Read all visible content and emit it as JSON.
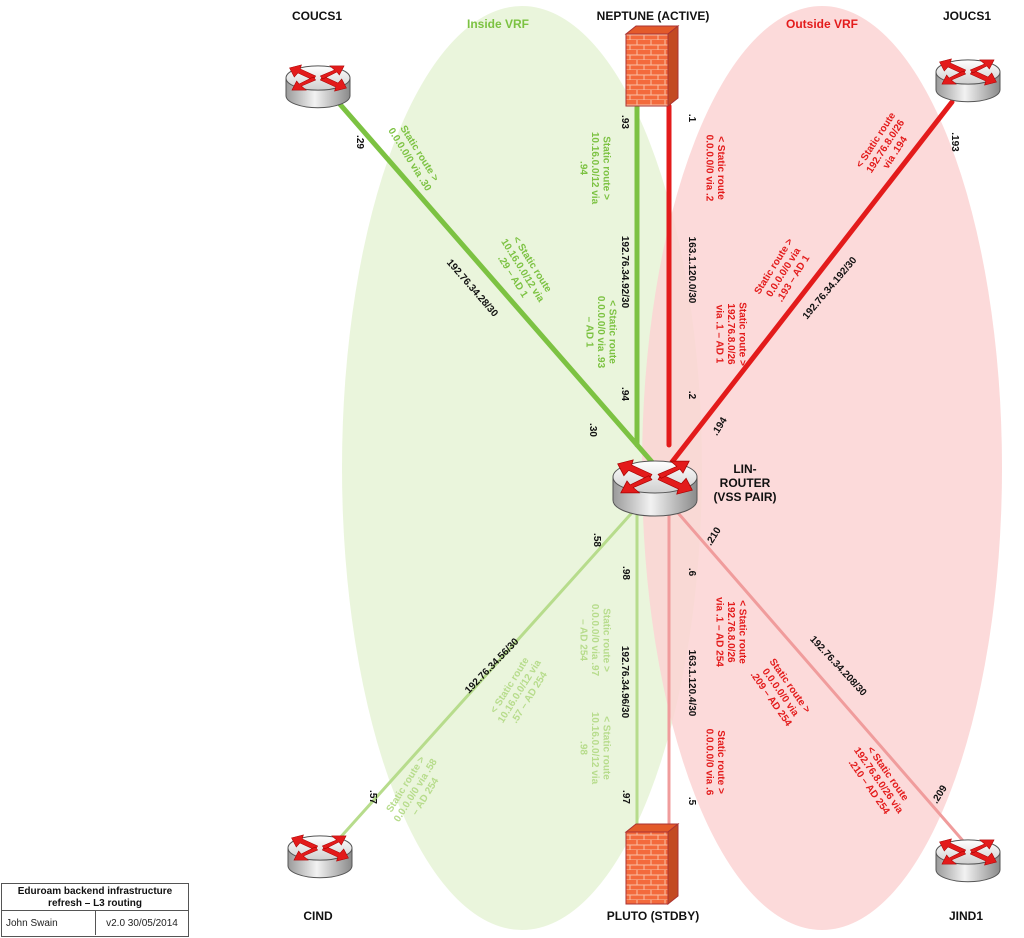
{
  "colors": {
    "inside": "#7cc242",
    "inside_light": "#b7dc8c",
    "outside": "#e31b1b",
    "outside_light": "#f09c9c",
    "inside_fill": "#e6f3d6",
    "outside_fill": "#fbd4d4",
    "label": "#111111"
  },
  "zones": {
    "inside": "Inside VRF",
    "outside": "Outside VRF"
  },
  "devices": {
    "coucs1": "COUCS1",
    "joucs1": "JOUCS1",
    "cind": "CIND",
    "jind1": "JIND1",
    "neptune": "NEPTUNE (ACTIVE)",
    "pluto": "PLUTO (STDBY)",
    "lin_router": [
      "LIN-",
      "ROUTER",
      "(VSS PAIR)"
    ]
  },
  "interfaces": {
    "coucs1_if": ".29",
    "lin_coucs1_if": ".30",
    "neptune_in_if": ".93",
    "lin_neptune_in_if": ".94",
    "neptune_out_if": ".1",
    "lin_neptune_out_if": ".2",
    "joucs1_if": ".193",
    "lin_joucs1_if": ".194",
    "cind_if": ".57",
    "lin_cind_if": ".58",
    "pluto_in_if": ".97",
    "lin_pluto_in_if": ".98",
    "pluto_out_if": ".5",
    "lin_pluto_out_if": ".6",
    "jind1_if": ".209",
    "lin_jind1_if": ".210"
  },
  "subnets": {
    "coucs1_lin": "192.76.34.28/30",
    "neptune_in": "192.76.34.92/30",
    "neptune_out": "163.1.120.0/30",
    "joucs1_lin": "192.76.34.192/30",
    "cind_lin": "192.76.34.56/30",
    "pluto_in": "192.76.34.96/30",
    "pluto_out": "163.1.120.4/30",
    "jind1_lin": "192.76.34.208/30"
  },
  "routes": {
    "coucs1_default": [
      "Static route >",
      "0.0.0.0/0 via .30"
    ],
    "lin_to_coucs1": [
      "< Static route",
      "10.16.0.0/12 via",
      ".29 – AD 1"
    ],
    "neptune_to_inside": [
      "Static route >",
      "10.16.0.0/12 via",
      ".94"
    ],
    "lin_to_neptune_in": [
      "< Static route",
      "0.0.0.0/0 via .93",
      "– AD 1"
    ],
    "neptune_default": [
      "< Static route",
      "0.0.0.0/0 via .2"
    ],
    "lin_to_neptune_out": [
      "Static route >",
      "192.76.8.0/26",
      "via .1 – AD 1"
    ],
    "joucs1_route": [
      "< Static route",
      "192.76.8.0/26",
      "via .194"
    ],
    "lin_to_joucs1": [
      "Static route >",
      "0.0.0.0/0 via",
      ".193 – AD 1"
    ],
    "lin_to_cind": [
      "< Static route",
      "10.16.0.0/12 via",
      ".57 – AD 254"
    ],
    "cind_default": [
      "Static route >",
      "0.0.0.0/0 via .58",
      "– AD 254"
    ],
    "lin_to_pluto_in": [
      "Static route >",
      "0.0.0.0/0 via .97",
      "– AD 254"
    ],
    "pluto_to_inside": [
      "< Static route",
      "10.16.0.0/12 via",
      ".98"
    ],
    "lin_to_pluto_out": [
      "< Static route",
      "192.76.8.0/26",
      "via .1 – AD 254"
    ],
    "pluto_default": [
      "Static route >",
      "0.0.0.0/0 via .6"
    ],
    "lin_to_jind1": [
      "Static route >",
      "0.0.0.0/0 via",
      ".209 – AD 254"
    ],
    "jind1_route": [
      "< Static route",
      "192.76.8.0/26 via",
      ".210 – AD 254"
    ]
  },
  "title_block": {
    "title": [
      "Eduroam backend infrastructure",
      "refresh – L3 routing"
    ],
    "author": "John Swain",
    "version": "v2.0 30/05/2014"
  }
}
